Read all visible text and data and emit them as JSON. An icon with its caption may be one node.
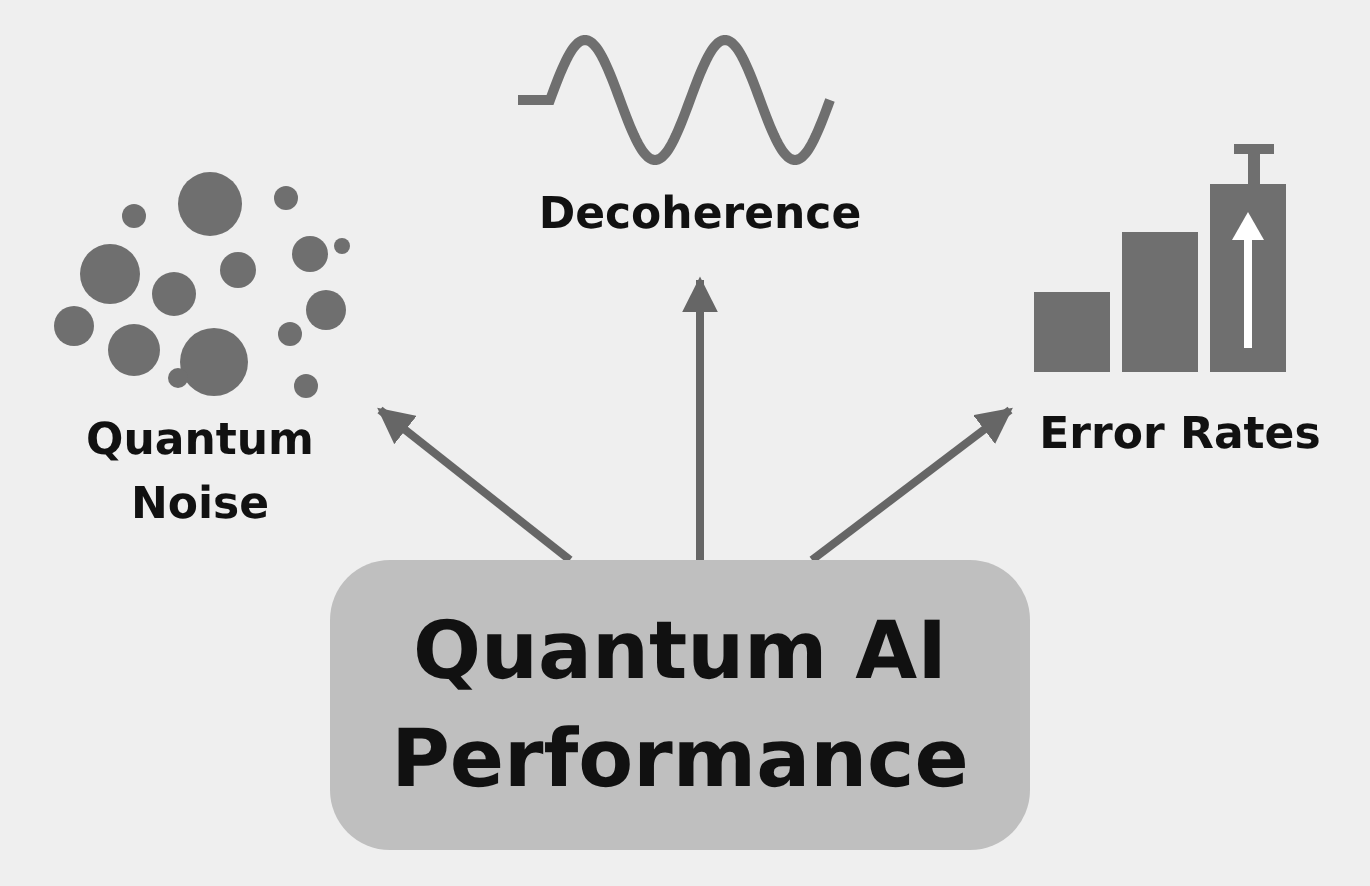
{
  "diagram": {
    "nodes": [
      {
        "text": [
          "Quantum AI Performance"
        ]
      },
      {
        "text": [
          "Quantum Noise"
        ]
      },
      {
        "text": [
          "Decoherence"
        ]
      },
      {
        "text": [
          "Error Rates"
        ]
      }
    ],
    "edges": [
      {
        "from": 0,
        "to": 1,
        "arrow": "to"
      },
      {
        "from": 0,
        "to": 2,
        "arrow": "to"
      },
      {
        "from": 0,
        "to": 3,
        "arrow": "to"
      }
    ]
  }
}
